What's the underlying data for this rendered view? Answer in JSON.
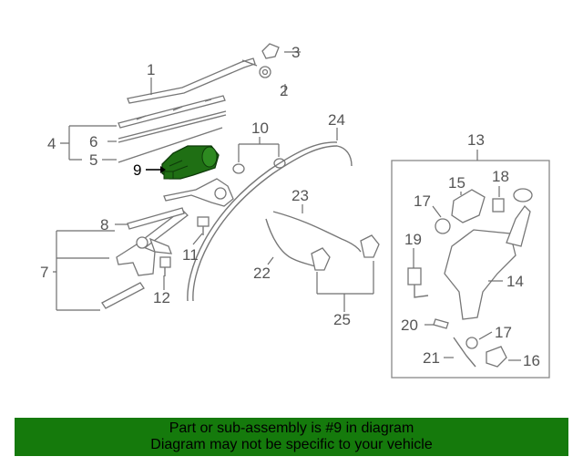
{
  "diagram": {
    "callouts": {
      "c1": "1",
      "c2": "2",
      "c3": "3",
      "c4": "4",
      "c5": "5",
      "c6": "6",
      "c7": "7",
      "c8": "8",
      "c9": "9",
      "c10": "10",
      "c11": "11",
      "c12": "12",
      "c13": "13",
      "c14": "14",
      "c15": "15",
      "c16": "16",
      "c17a": "17",
      "c17b": "17",
      "c18": "18",
      "c19": "19",
      "c20": "20",
      "c21": "21",
      "c22": "22",
      "c23": "23",
      "c24": "24",
      "c25": "25"
    },
    "highlight_color": "#1f6f14"
  },
  "banner": {
    "line1": "Part or sub-assembly is #9 in diagram",
    "line2": "Diagram may not be specific to your vehicle",
    "background": "#157a0c"
  }
}
